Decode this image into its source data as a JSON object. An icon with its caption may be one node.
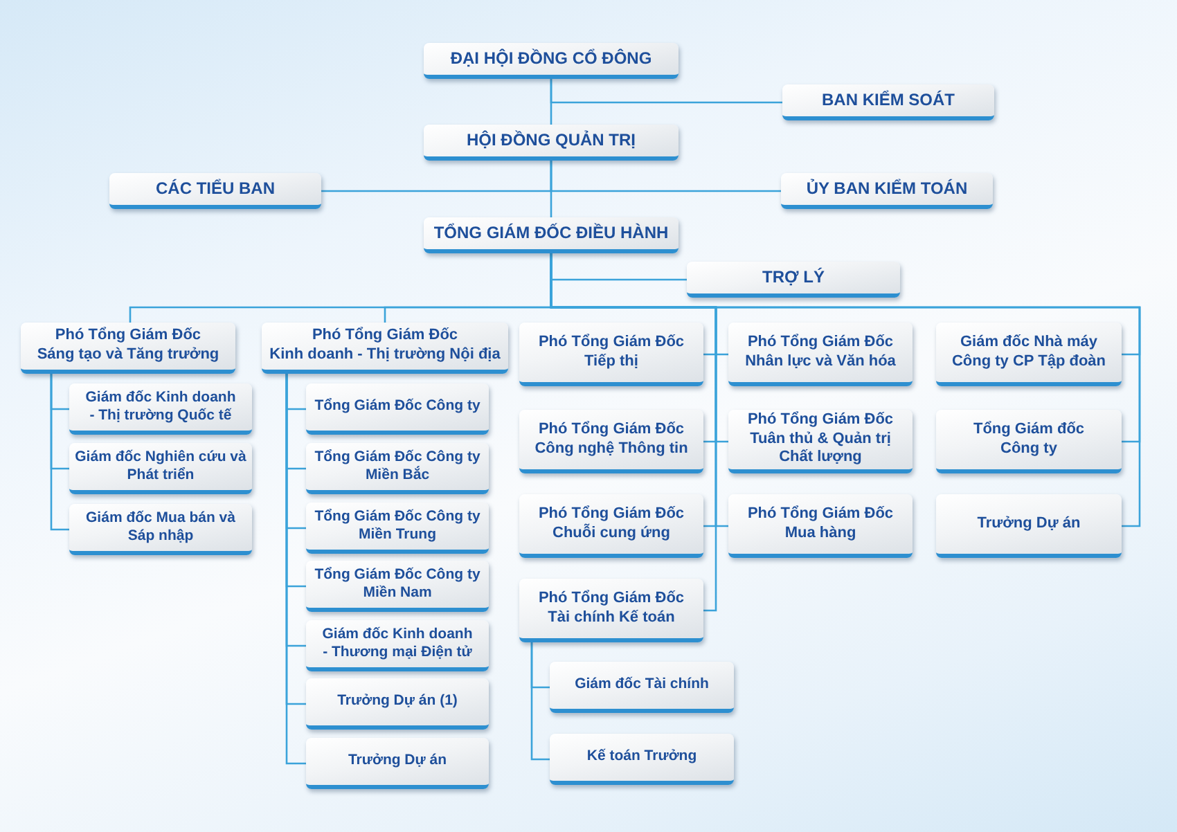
{
  "diagram": {
    "nodes": [
      {
        "text": [
          "ĐẠI HỘI ĐỒNG CỔ ĐÔNG"
        ]
      },
      {
        "text": [
          "BAN KIỂM SOÁT"
        ]
      },
      {
        "text": [
          "HỘI ĐỒNG QUẢN TRỊ"
        ]
      },
      {
        "text": [
          "CÁC TIỂU BAN"
        ]
      },
      {
        "text": [
          "ỦY BAN KIỂM TOÁN"
        ]
      },
      {
        "text": [
          "TỔNG GIÁM ĐỐC ĐIỀU HÀNH"
        ]
      },
      {
        "text": [
          "TRỢ LÝ"
        ]
      },
      {
        "text": [
          "Phó Tổng Giám Đốc Sáng tạo và Tăng trưởng"
        ]
      },
      {
        "text": [
          "Giám đốc Kinh doanh - Thị trường Quốc tế"
        ]
      },
      {
        "text": [
          "Giám đốc Nghiên cứu và Phát triển"
        ]
      },
      {
        "text": [
          "Giám đốc Mua bán và Sáp nhập"
        ]
      },
      {
        "text": [
          "Phó Tổng Giám Đốc Kinh doanh - Thị trường Nội địa"
        ]
      },
      {
        "text": [
          "Tổng Giám Đốc Công ty"
        ]
      },
      {
        "text": [
          "Tổng Giám Đốc Công ty Miền Bắc"
        ]
      },
      {
        "text": [
          "Tổng Giám Đốc Công ty Miền Trung"
        ]
      },
      {
        "text": [
          "Tổng Giám Đốc Công ty Miền Nam"
        ]
      },
      {
        "text": [
          "Giám đốc Kinh doanh - Thương mại Điện tử"
        ]
      },
      {
        "text": [
          "Trưởng Dự án (1)"
        ]
      },
      {
        "text": [
          "Trưởng Dự án"
        ]
      },
      {
        "text": [
          "Phó Tổng Giám Đốc Tiếp thị"
        ]
      },
      {
        "text": [
          "Phó Tổng Giám Đốc Công nghệ Thông tin"
        ]
      },
      {
        "text": [
          "Phó Tổng Giám Đốc Chuỗi cung ứng"
        ]
      },
      {
        "text": [
          "Phó Tổng Giám Đốc Tài chính Kế toán"
        ]
      },
      {
        "text": [
          "Giám đốc Tài chính"
        ]
      },
      {
        "text": [
          "Kế toán Trưởng"
        ]
      },
      {
        "text": [
          "Phó Tổng Giám Đốc Nhân lực và Văn hóa"
        ]
      },
      {
        "text": [
          "Phó Tổng Giám Đốc Tuân thủ & Quản trị Chất lượng"
        ]
      },
      {
        "text": [
          "Phó Tổng Giám Đốc Mua hàng"
        ]
      },
      {
        "text": [
          "Giám đốc Nhà máy Công ty CP Tập đoàn"
        ]
      },
      {
        "text": [
          "Tổng Giám đốc Công ty"
        ]
      },
      {
        "text": [
          "Trưởng Dự án"
        ]
      }
    ],
    "edges": [
      {
        "from": 0,
        "to": 1,
        "arrow": "none"
      },
      {
        "from": 0,
        "to": 2,
        "arrow": "none"
      },
      {
        "from": 2,
        "to": 3,
        "arrow": "none"
      },
      {
        "from": 2,
        "to": 4,
        "arrow": "none"
      },
      {
        "from": 2,
        "to": 5,
        "arrow": "none"
      },
      {
        "from": 5,
        "to": 6,
        "arrow": "none"
      },
      {
        "from": 5,
        "to": 7,
        "arrow": "none"
      },
      {
        "from": 5,
        "to": 11,
        "arrow": "none"
      },
      {
        "from": 5,
        "to": 19,
        "arrow": "none"
      },
      {
        "from": 5,
        "to": 20,
        "arrow": "none"
      },
      {
        "from": 5,
        "to": 21,
        "arrow": "none"
      },
      {
        "from": 5,
        "to": 22,
        "arrow": "none"
      },
      {
        "from": 5,
        "to": 25,
        "arrow": "none"
      },
      {
        "from": 5,
        "to": 26,
        "arrow": "none"
      },
      {
        "from": 5,
        "to": 27,
        "arrow": "none"
      },
      {
        "from": 5,
        "to": 28,
        "arrow": "none"
      },
      {
        "from": 5,
        "to": 29,
        "arrow": "none"
      },
      {
        "from": 5,
        "to": 30,
        "arrow": "none"
      },
      {
        "from": 7,
        "to": 8,
        "arrow": "none"
      },
      {
        "from": 7,
        "to": 9,
        "arrow": "none"
      },
      {
        "from": 7,
        "to": 10,
        "arrow": "none"
      },
      {
        "from": 11,
        "to": 12,
        "arrow": "none"
      },
      {
        "from": 11,
        "to": 13,
        "arrow": "none"
      },
      {
        "from": 11,
        "to": 14,
        "arrow": "none"
      },
      {
        "from": 11,
        "to": 15,
        "arrow": "none"
      },
      {
        "from": 11,
        "to": 16,
        "arrow": "none"
      },
      {
        "from": 11,
        "to": 17,
        "arrow": "none"
      },
      {
        "from": 11,
        "to": 18,
        "arrow": "none"
      },
      {
        "from": 22,
        "to": 23,
        "arrow": "none"
      },
      {
        "from": 22,
        "to": 24,
        "arrow": "none"
      }
    ]
  }
}
